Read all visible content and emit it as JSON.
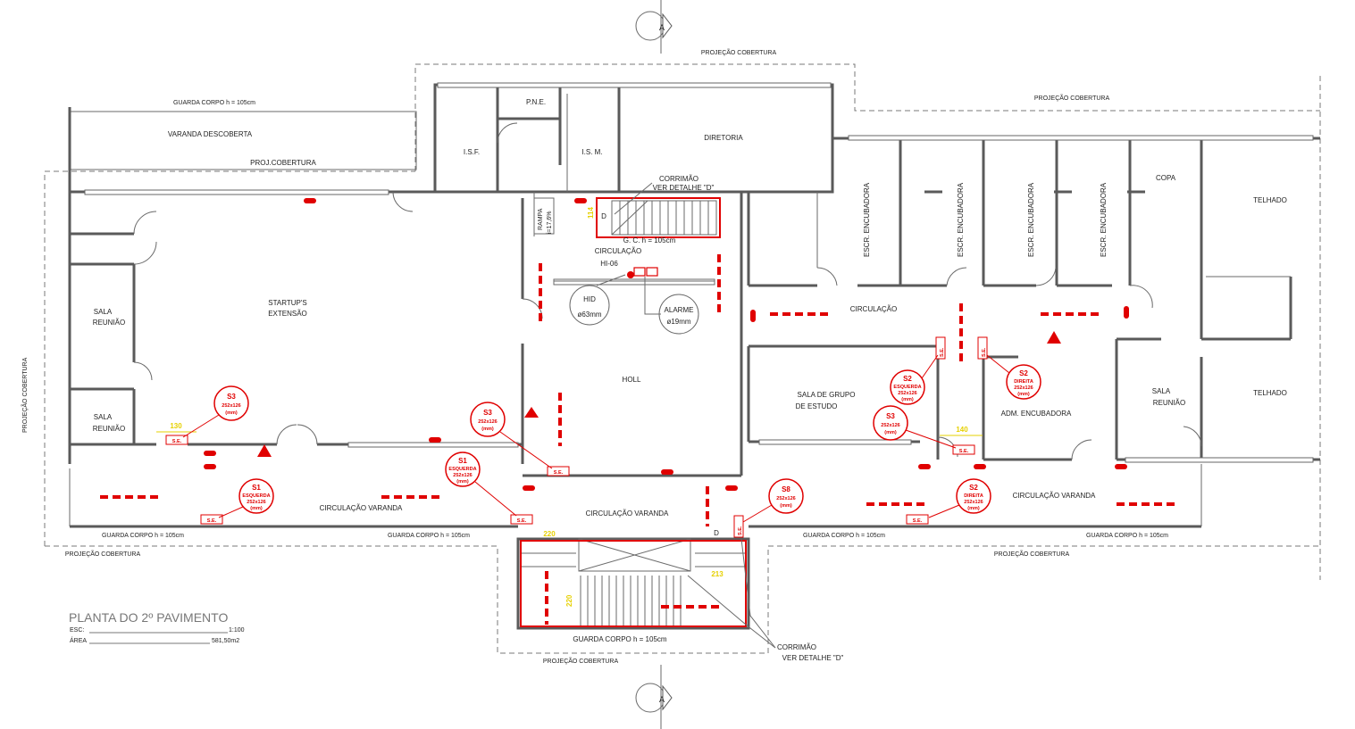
{
  "section_marker": "A",
  "title": {
    "main": "PLANTA DO 2º PAVIMENTO",
    "esc_label": "ESC:",
    "esc_value": "1:100",
    "area_label": "ÁREA",
    "area_value": "581,50m2"
  },
  "rooms": {
    "varanda": "VARANDA DESCOBERTA",
    "isf": "I.S.F.",
    "pne": "P.N.E.",
    "ism": "I.S. M.",
    "diretoria": "DIRETORIA",
    "startup1": "STARTUP'S",
    "startup2": "EXTENSÃO",
    "sala1a": "SALA",
    "sala1b": "REUNIÃO",
    "sala2a": "SALA",
    "sala2b": "REUNIÃO",
    "holl": "HOLL",
    "escr": "ESCR. ENCUBADORA",
    "copa": "COPA",
    "telhado": "TELHADO",
    "circulacao": "CIRCULAÇÃO",
    "grupo1": "SALA DE GRUPO",
    "grupo2": "DE ESTUDO",
    "adm": "ADM. ENCUBADORA",
    "salar_a": "SALA",
    "salar_b": "REUNIÃO",
    "circ_varanda": "CIRCULAÇÃO VARANDA",
    "rampa": "RAMPA",
    "rampa_i": "i=17,6%"
  },
  "labels": {
    "projecao_cobertura": "PROJEÇÃO COBERTURA",
    "proj_cobertura": "PROJ.COBERTURA",
    "guarda_corpo": "GUARDA CORPO h = 105cm",
    "gc": "G. C. h = 105cm",
    "circulacao": "CIRCULAÇÃO",
    "hi": "HI-06",
    "hid": "HID",
    "hid_d": "ø63mm",
    "alarme": "ALARME",
    "alarme_d": "ø19mm",
    "corrimao": "CORRIMÃO",
    "ver_detalhe": "VER DETALHE \"D\"",
    "d_marker": "D"
  },
  "signs": {
    "se": "S.E.",
    "s1": "S1",
    "s2": "S2",
    "s3": "S3",
    "s8": "S8",
    "esquerda": "ESQUERDA",
    "direita": "DIREITA",
    "dims": "252x126",
    "mm": "(mm)"
  },
  "dims": {
    "d130": "130",
    "d114": "114",
    "d140": "140",
    "d220": "220",
    "d213": "213"
  },
  "colors": {
    "wall": "#5a5a5a",
    "safety": "#e00000",
    "dimension": "#e6d000"
  }
}
